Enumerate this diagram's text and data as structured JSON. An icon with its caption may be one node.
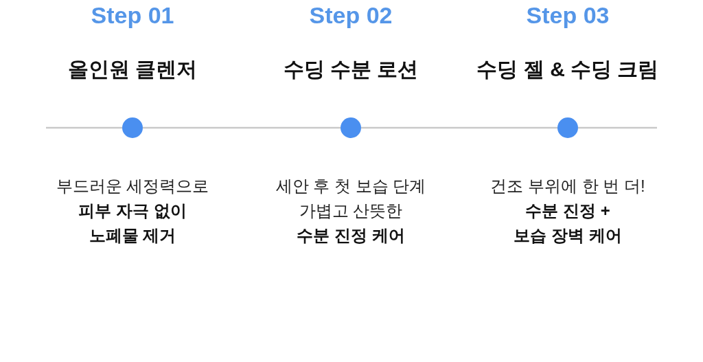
{
  "diagram": {
    "nodes": [
      {
        "text": [],
        "shape": "circle",
        "beside": [
          "Step 01",
          "올인원 클렌저",
          "부드러운 세정력으로",
          "피부 자극 없이 노폐물 제거"
        ]
      },
      {
        "text": [],
        "shape": "circle",
        "beside": [
          "Step 02",
          "수딩 수분 로션",
          "세안 후 첫 보습 단계 가볍고 산뜻한",
          "수분 진정 케어"
        ]
      },
      {
        "text": [],
        "shape": "circle",
        "beside": [
          "Step 03",
          "수딩 젤 & 수딩 크림",
          "건조 부위에 한 번 더!",
          "수분 진정 + 보습 장벽 케어"
        ]
      }
    ],
    "edges": [
      {
        "from": null,
        "to": 0,
        "arrow": "none"
      },
      {
        "from": 0,
        "to": 1,
        "arrow": "none"
      },
      {
        "from": 1,
        "to": 2,
        "arrow": "none"
      },
      {
        "from": 2,
        "to": null,
        "arrow": "none"
      }
    ]
  }
}
